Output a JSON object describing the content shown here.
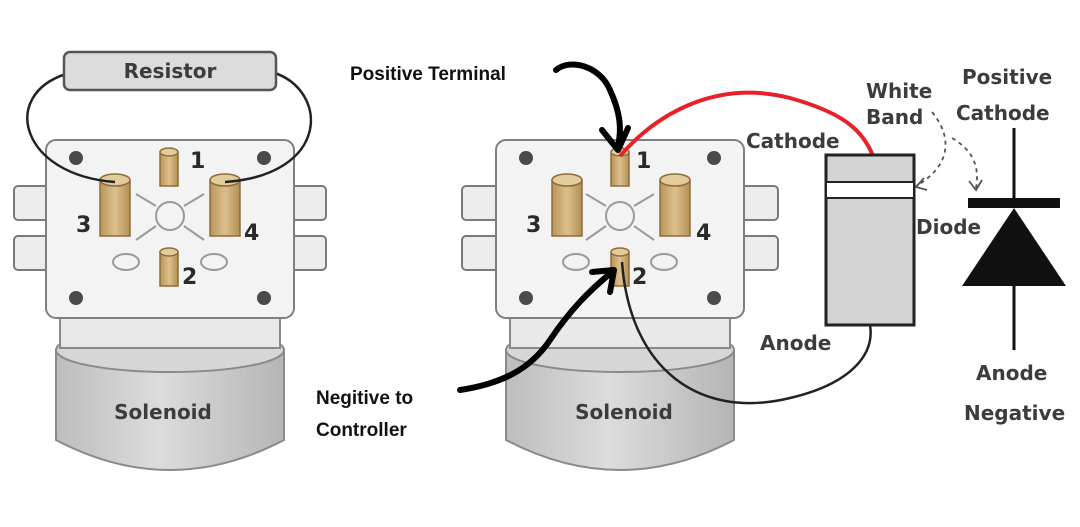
{
  "left_solenoid": {
    "resistor_label": "Resistor",
    "body_label": "Solenoid",
    "terminals": [
      "1",
      "2",
      "3",
      "4"
    ]
  },
  "right_solenoid": {
    "body_label": "Solenoid",
    "terminals": [
      "1",
      "2",
      "3",
      "4"
    ]
  },
  "annotations": {
    "positive_terminal": "Positive Terminal",
    "negative_line1": "Negitive to",
    "negative_line2": "Controller"
  },
  "diode_diagram": {
    "cathode": "Cathode",
    "anode": "Anode",
    "white_band_line1": "White",
    "white_band_line2": "Band",
    "diode": "Diode",
    "symbol_top_line1": "Positive",
    "symbol_top_line2": "Cathode",
    "symbol_bottom_line1": "Anode",
    "symbol_bottom_line2": "Negative"
  },
  "colors": {
    "terminal_brass": "#cdb07a",
    "positive_wire": "#e8202a",
    "body_gray": "#c9c9c9",
    "plate": "#f2f2f2"
  }
}
